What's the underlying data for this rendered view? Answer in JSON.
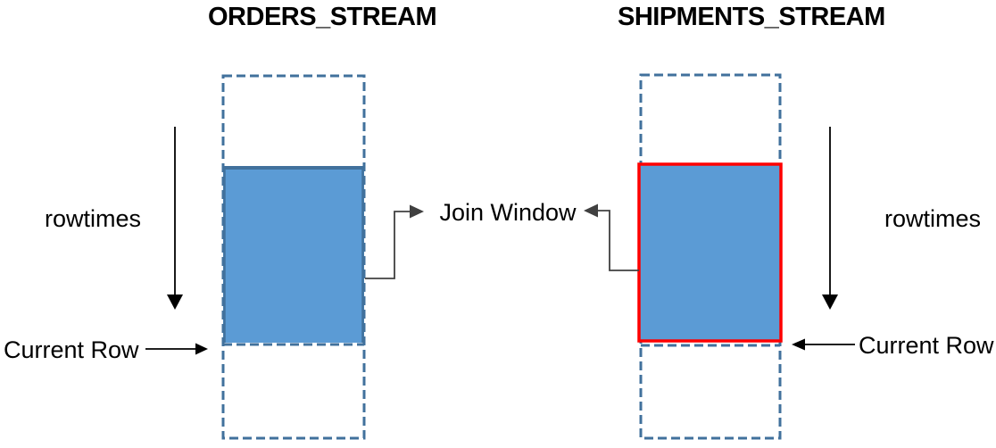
{
  "left_stream": {
    "title": "ORDERS_STREAM",
    "rowtimes_label": "rowtimes",
    "current_row_label": "Current Row"
  },
  "right_stream": {
    "title": "SHIPMENTS_STREAM",
    "rowtimes_label": "rowtimes",
    "current_row_label": "Current Row"
  },
  "join_window_label": "Join Window",
  "colors": {
    "window_fill": "#5B9BD5",
    "window_border": "#41719C",
    "stream_outline": "#41719C",
    "highlight_border": "#FF0000",
    "connector": "#404040",
    "text": "#000000",
    "background": "#FFFFFF"
  }
}
